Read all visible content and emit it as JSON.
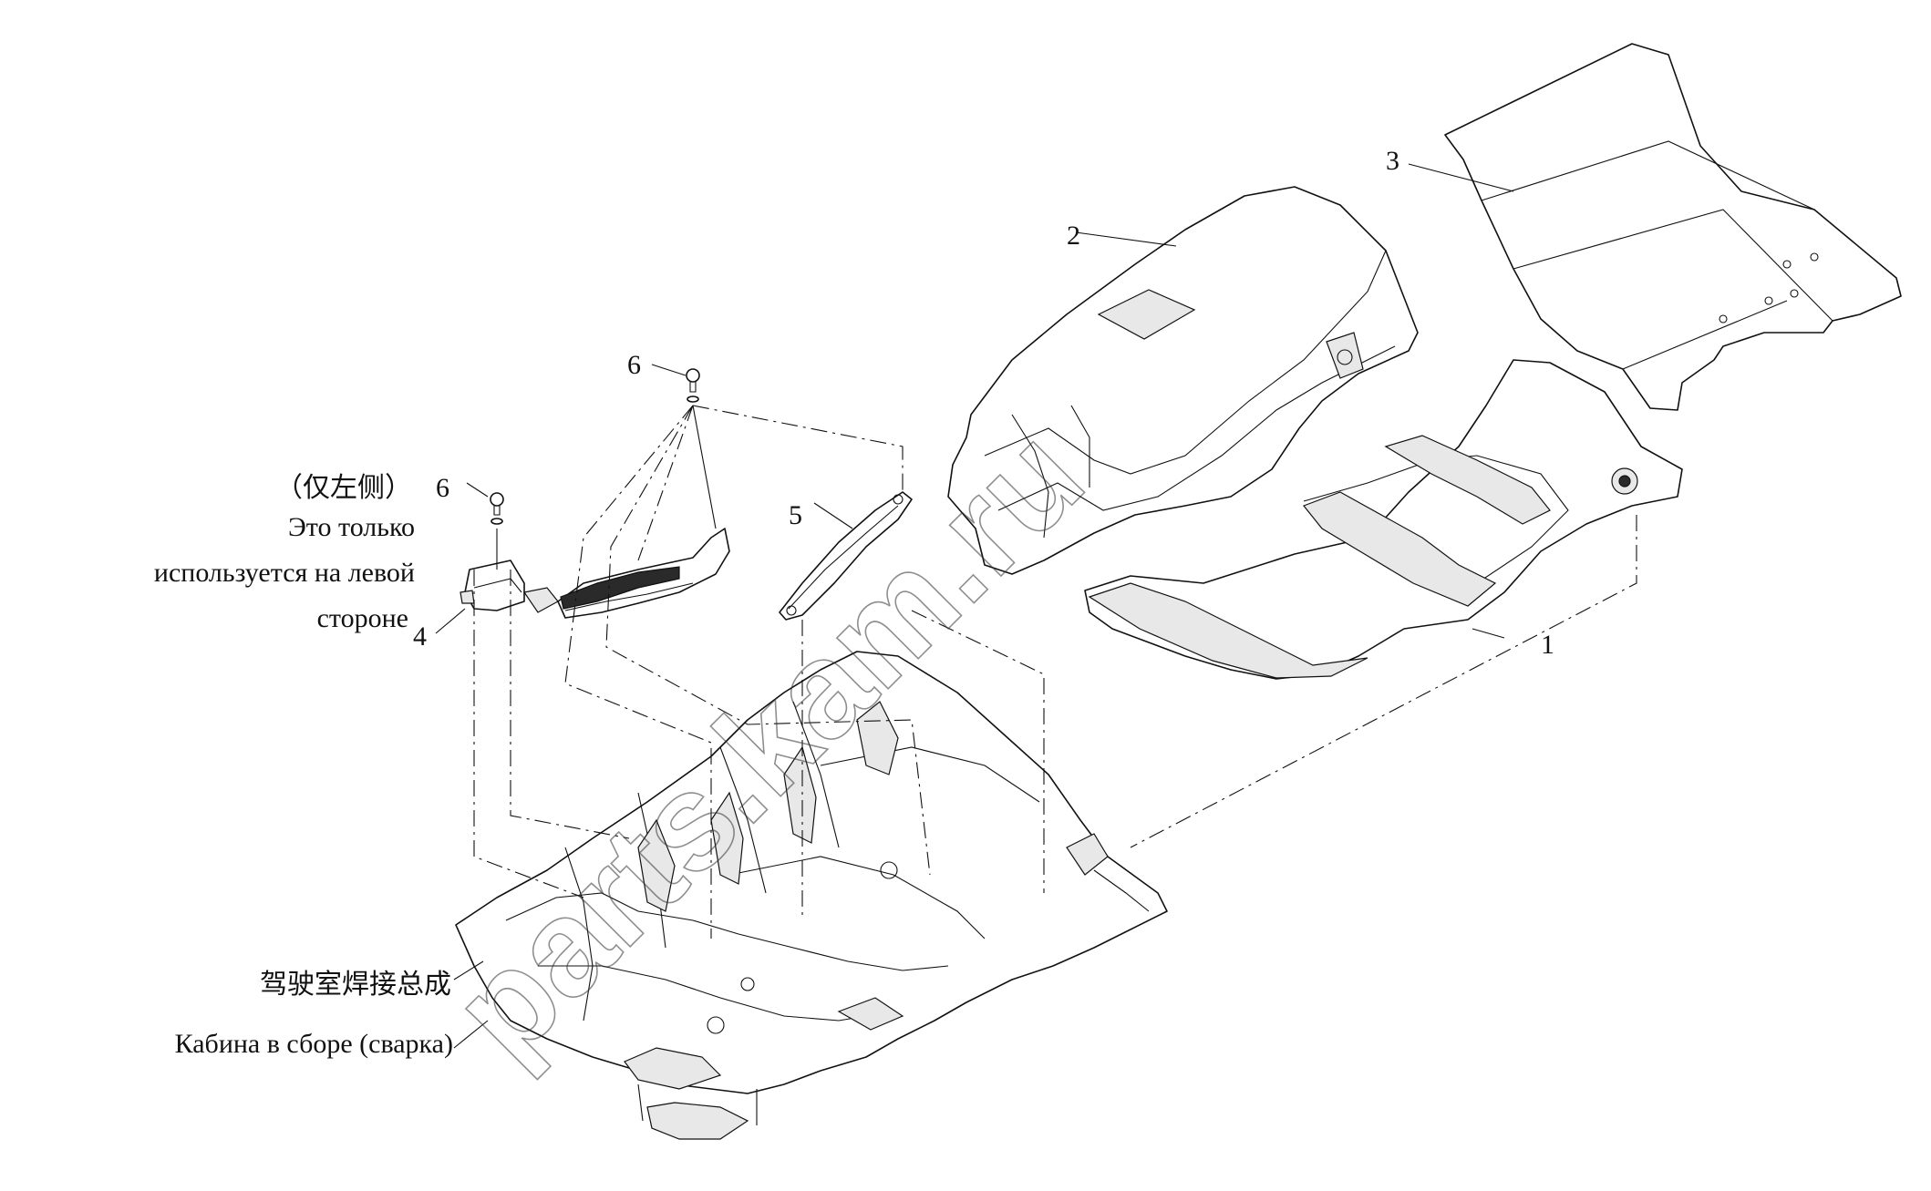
{
  "callouts": {
    "c1": "1",
    "c2": "2",
    "c3": "3",
    "c4": "4",
    "c5": "5",
    "c6_top": "6",
    "c6_left": "6"
  },
  "notes": {
    "left_only_cn": "（仅左侧）",
    "left_only_ru_line1": "Это только",
    "left_only_ru_line2": "используется на левой",
    "left_only_ru_line3": "стороне",
    "cab_cn": "驾驶室焊接总成",
    "cab_ru": "Кабина в сборе (сварка)"
  },
  "watermark": "parts.kam.ru"
}
